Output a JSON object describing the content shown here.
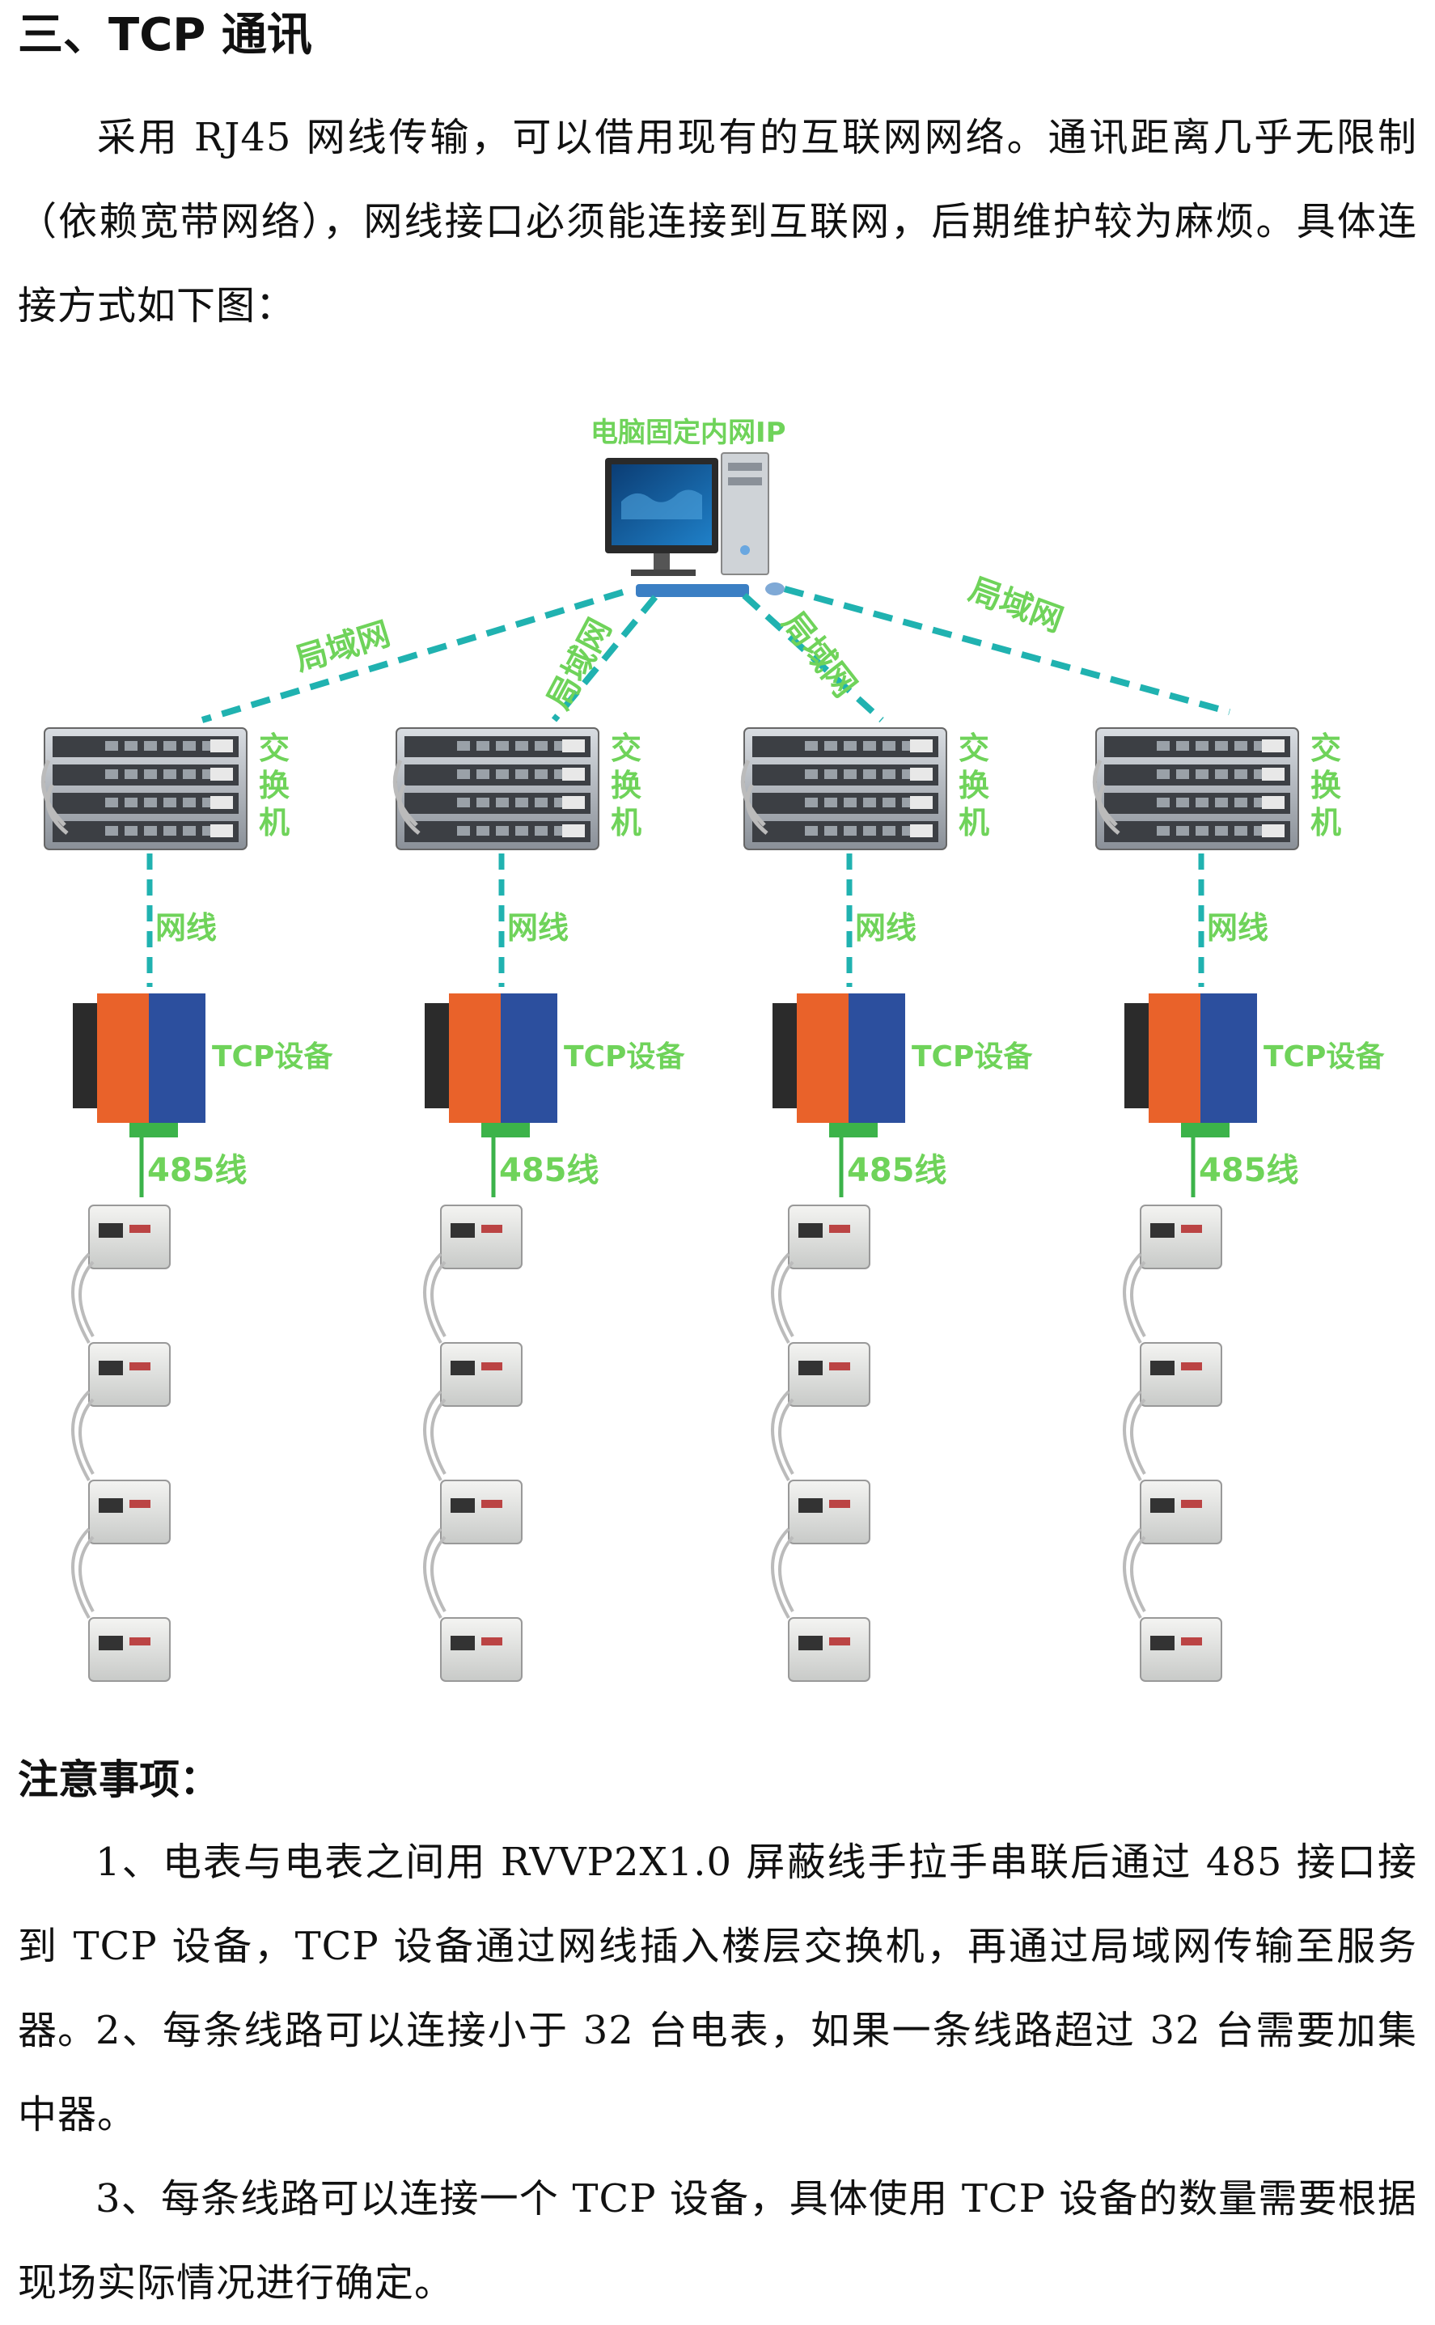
{
  "heading": "三、TCP 通讯",
  "intro": "采用 RJ45 网线传输，可以借用现有的互联网网络。通讯距离几乎无限制（依赖宽带网络），网线接口必须能连接到互联网，后期维护较为麻烦。具体连接方式如下图：",
  "diagram": {
    "pc_label": "电脑固定内网IP",
    "lan_labels": [
      "局域网",
      "局域网",
      "局域网",
      "局域网"
    ],
    "switch_label": [
      "交",
      "换",
      "机"
    ],
    "cable_label": "网线",
    "device_label": "TCP设备",
    "bus_label": "485线",
    "branches": 4,
    "meters_per_branch": 4,
    "colors": {
      "dashed_line": "#20b2b0",
      "label_green": "#6fd35a",
      "device_orange": "#e9622a",
      "device_blue": "#2c4f9e"
    }
  },
  "notes": {
    "title": "注意事项：",
    "items": [
      "1、电表与电表之间用 RVVP2X1.0 屏蔽线手拉手串联后通过 485 接口接到 TCP 设备，TCP 设备通过网线插入楼层交换机，再通过局域网传输至服务器。",
      "2、每条线路可以连接小于 32 台电表，如果一条线路超过 32 台需要加集中器。",
      "3、每条线路可以连接一个 TCP 设备，具体使用 TCP 设备的数量需要根据现场实际情况进行确定。"
    ]
  }
}
